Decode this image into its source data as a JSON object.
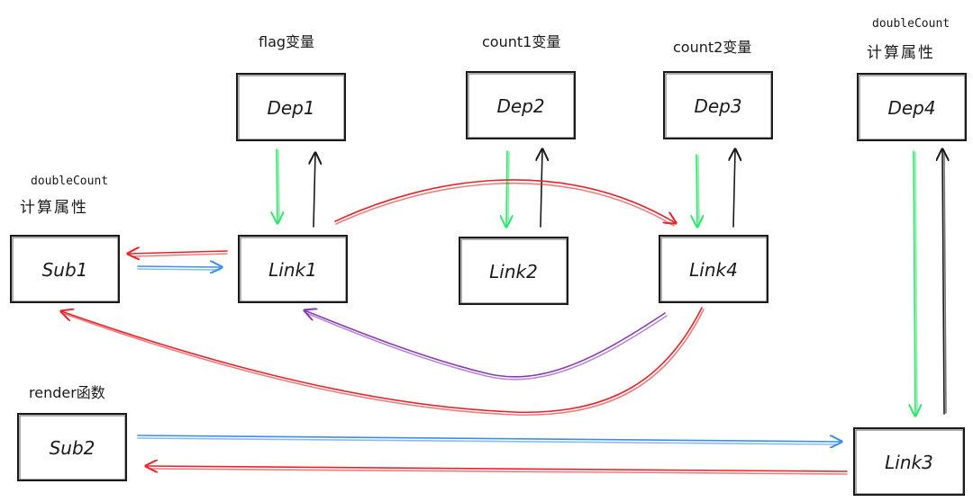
{
  "colors": {
    "ink": "#1a1a1a",
    "green": "#2ee66b",
    "red": "#e8242a",
    "blue": "#3a8ef0",
    "purple": "#8a3bb8"
  },
  "deps": {
    "dep1": {
      "label": "Dep1",
      "caption": "flag变量"
    },
    "dep2": {
      "label": "Dep2",
      "caption": "count1变量"
    },
    "dep3": {
      "label": "Dep3",
      "caption": "count2变量"
    },
    "dep4": {
      "label": "Dep4",
      "caption_line1": "doubleCount",
      "caption_line2": "计算属性"
    }
  },
  "subs": {
    "sub1": {
      "label": "Sub1",
      "caption_line1": "doubleCount",
      "caption_line2": "计算属性"
    },
    "sub2": {
      "label": "Sub2",
      "caption": "render函数"
    }
  },
  "links": {
    "link1": {
      "label": "Link1"
    },
    "link2": {
      "label": "Link2"
    },
    "link3": {
      "label": "Link3"
    },
    "link4": {
      "label": "Link4"
    }
  }
}
